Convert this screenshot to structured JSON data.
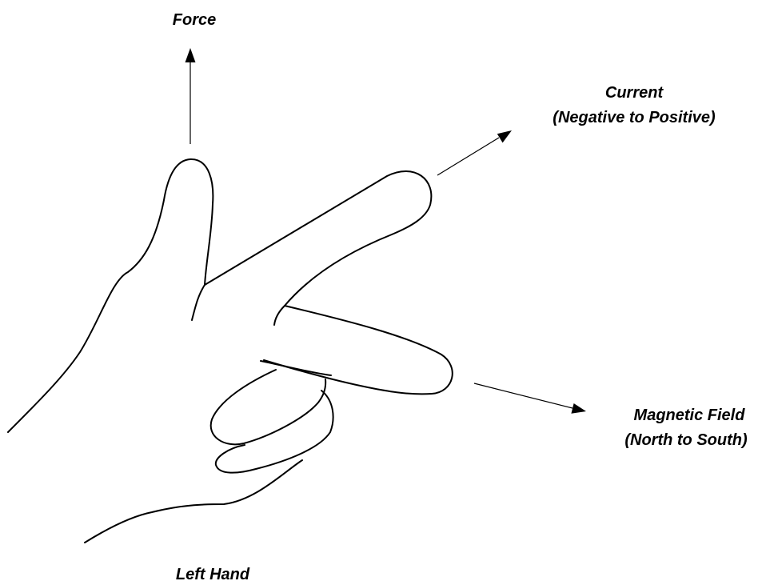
{
  "labels": {
    "force": "Force",
    "current_line1": "Current",
    "current_line2": "(Negative to Positive)",
    "field_line1": "Magnetic Field",
    "field_line2": "(North to South)",
    "hand": "Left Hand"
  },
  "colors": {
    "ink": "#000000",
    "background": "#ffffff"
  }
}
